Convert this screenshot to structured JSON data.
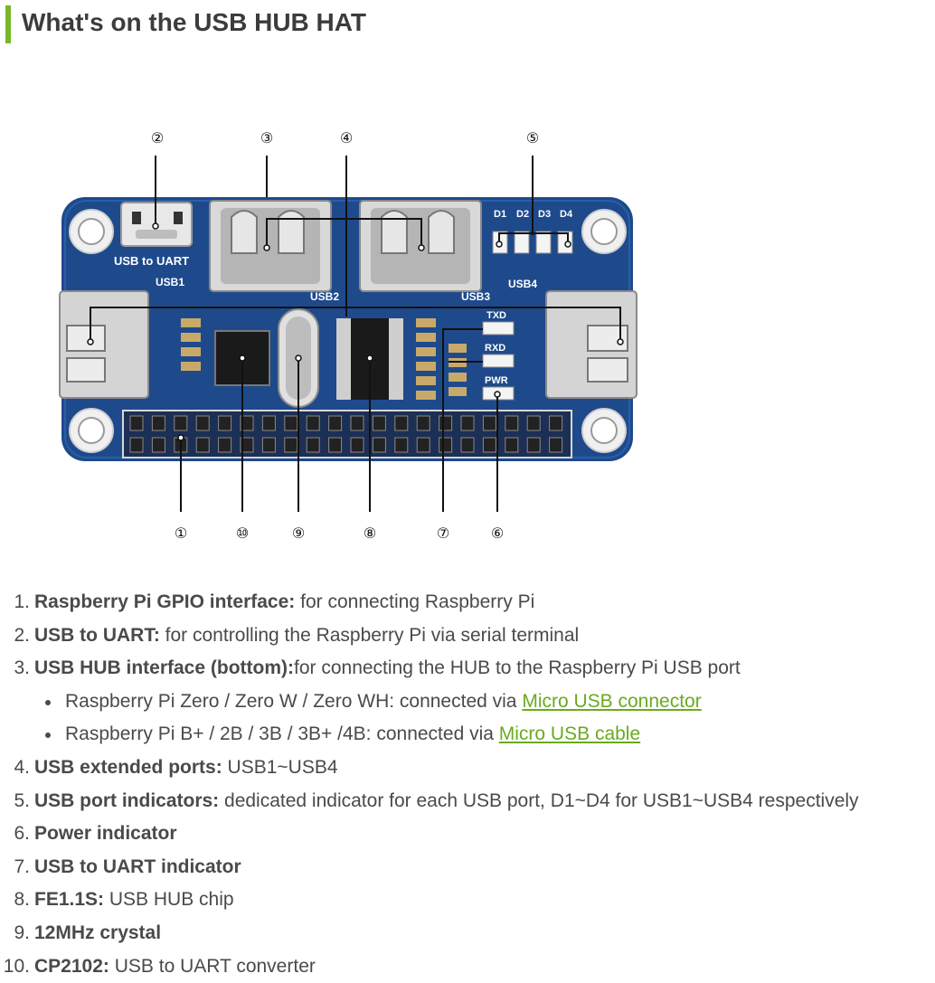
{
  "heading": "What's on the USB HUB HAT",
  "figure": {
    "callouts": [
      "②",
      "③",
      "④",
      "⑤",
      "①",
      "⑩",
      "⑨",
      "⑧",
      "⑦",
      "⑥"
    ],
    "board_labels": {
      "usb_to_uart": "USB to UART",
      "usb1": "USB1",
      "usb2": "USB2",
      "usb3": "USB3",
      "usb4": "USB4",
      "d1": "D1",
      "d2": "D2",
      "d3": "D3",
      "d4": "D4",
      "txd": "TXD",
      "rxd": "RXD",
      "pwr": "PWR"
    }
  },
  "list": {
    "items": [
      {
        "num": "1.",
        "bold": "Raspberry Pi GPIO interface:",
        "text": " for connecting Raspberry Pi"
      },
      {
        "num": "2.",
        "bold": "USB to UART:",
        "text": " for controlling the Raspberry Pi via serial terminal"
      },
      {
        "num": "3.",
        "bold": "USB HUB interface (bottom):",
        "text": "for connecting the HUB to the Raspberry Pi USB port"
      },
      {
        "num": "4.",
        "bold": "USB extended ports:",
        "text": " USB1~USB4"
      },
      {
        "num": "5.",
        "bold": "USB port indicators:",
        "text": " dedicated indicator for each USB port, D1~D4 for USB1~USB4 respectively"
      },
      {
        "num": "6.",
        "bold": "Power indicator",
        "text": ""
      },
      {
        "num": "7.",
        "bold": "USB to UART indicator",
        "text": ""
      },
      {
        "num": "8.",
        "bold": "FE1.1S:",
        "text": " USB HUB chip"
      },
      {
        "num": "9.",
        "bold": "12MHz crystal",
        "text": ""
      },
      {
        "num": "10.",
        "bold": "CP2102:",
        "text": " USB to UART converter"
      }
    ],
    "sub_items": [
      {
        "text": "Raspberry Pi Zero / Zero W / Zero WH: connected via ",
        "link": "Micro USB connector"
      },
      {
        "text": "Raspberry Pi B+ / 2B / 3B / 3B+ /4B: connected via ",
        "link": "Micro USB cable"
      }
    ]
  },
  "colors": {
    "accent": "#78b728",
    "link": "#6aaa20",
    "pcb": "#1e4a8c",
    "pin": "#222222"
  }
}
